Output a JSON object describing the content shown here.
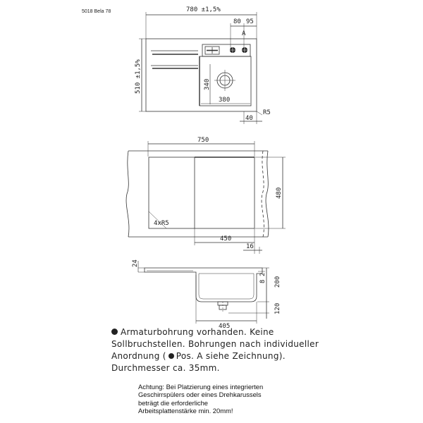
{
  "model_label": "5018 Bela 78",
  "top_view": {
    "width_label": "780 ±1,5%",
    "height_label": "510 ±1,5%",
    "tap_offsets": [
      "80",
      "95"
    ],
    "position_a_label": "A",
    "bowl_height_label": "340",
    "bowl_width_label": "380",
    "edge_offset_label": "40",
    "radius_label": "R5"
  },
  "cutout_view": {
    "width_label": "750",
    "height_label": "480",
    "corner_label": "4xR5",
    "bowl_width_label": "450",
    "offset_label": "16"
  },
  "section_view": {
    "thickness_label": "24",
    "depth_label": "200",
    "inner_depth_label": "8",
    "fold_label": "2",
    "drain_label": "120",
    "bottom_width_label": "405"
  },
  "notes": {
    "line1": "Armaturbohrung vorhanden. Keine",
    "line2": "Sollbruchstellen. Bohrungen nach individueller",
    "line3_pre": "Anordnung (",
    "line3_post": "Pos. A siehe Zeichnung).",
    "line4": "Durchmesser ca. 35mm."
  },
  "warning": {
    "line1": "Achtung: Bei Platzierung eines integrierten",
    "line2": "Geschirrspülers oder eines Drehkarussels",
    "line3": "beträgt die erforderliche",
    "line4": "Arbeitsplattenstärke min. 20mm!"
  }
}
